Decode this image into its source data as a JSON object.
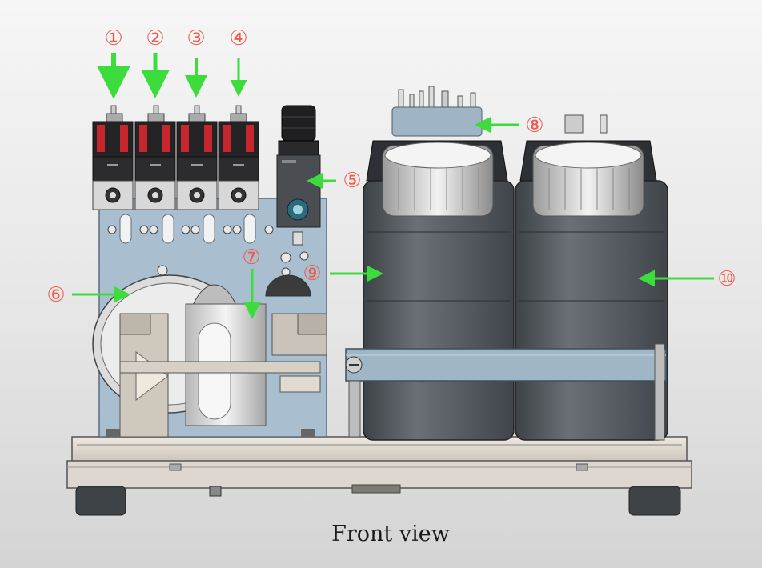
{
  "caption": "Front view",
  "callouts": [
    {
      "label": "①"
    },
    {
      "label": "②"
    },
    {
      "label": "③"
    },
    {
      "label": "④"
    },
    {
      "label": "⑤"
    },
    {
      "label": "⑥"
    },
    {
      "label": "⑦"
    },
    {
      "label": "⑧"
    },
    {
      "label": "⑨"
    },
    {
      "label": "⑩"
    }
  ],
  "colors": {
    "callout_text": "#f05a4a",
    "arrow": "#3ddc3d",
    "panel": "#a9bfcf",
    "bottle": "#555a5f",
    "valve_red": "#c6262e"
  }
}
